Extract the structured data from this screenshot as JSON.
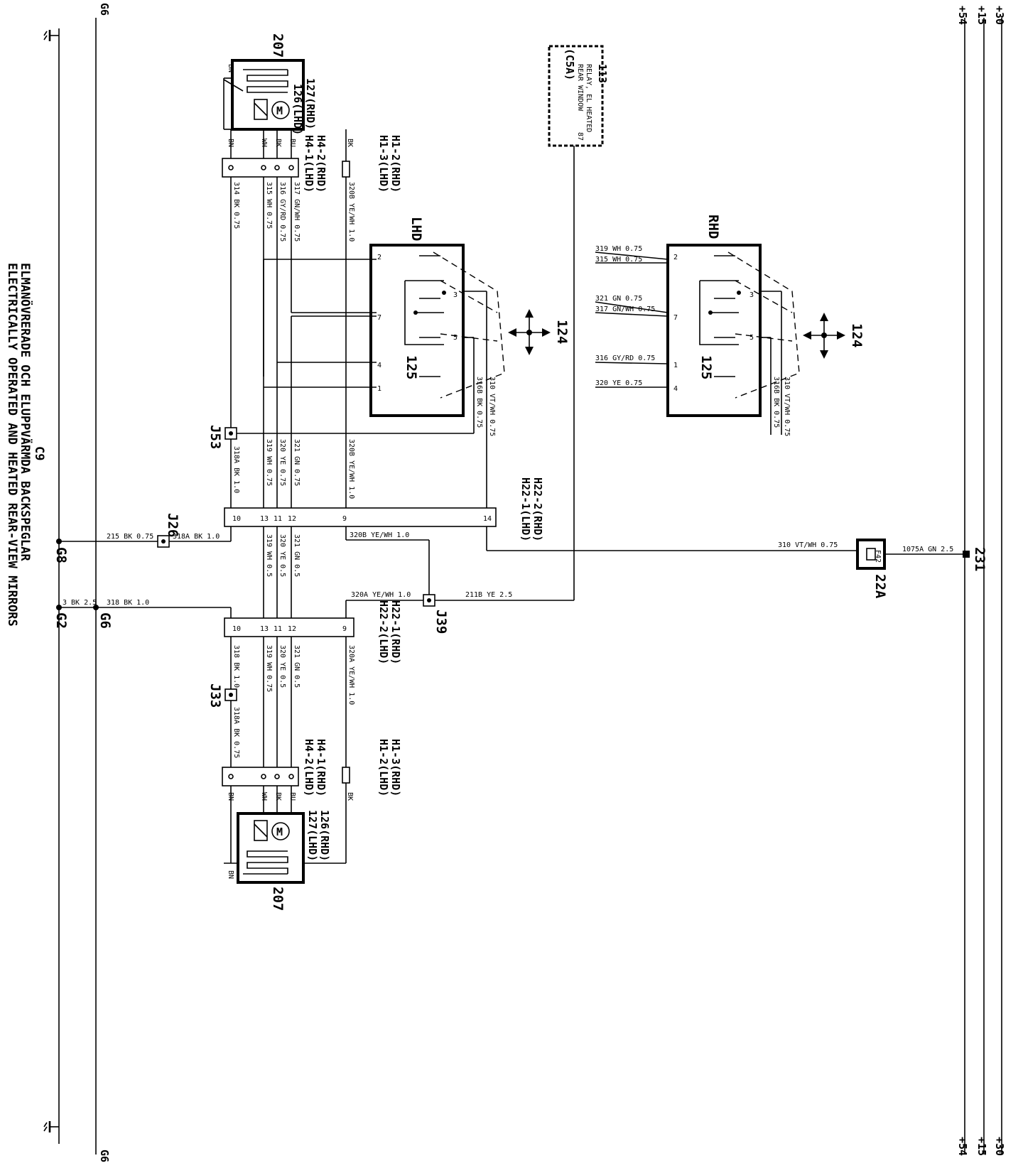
{
  "title": {
    "code": "C9",
    "line1": "ELMANÖVRERADE OCH ELUPPVÄRMDA BACKSPEGLAR",
    "line2": "ELECTRICALLY OPERATED AND HEATED REAR-VIEW MIRRORS"
  },
  "supply_rails": [
    "+30",
    "+15",
    "+54"
  ],
  "ground_rail": "G6",
  "components": {
    "mirror": "207",
    "motor": "M",
    "switch_lhd": "LHD",
    "switch_rhd": "RHD",
    "switch_part": "125",
    "joystick": "124",
    "relay_id": "113",
    "relay_line1": "RELAY, EL HEATED",
    "relay_line2": "REAR WINDOW",
    "relay_ref": "(C5A)",
    "relay_pin": "87",
    "fuse_box": "22A",
    "fuse": "F42",
    "junction_231": "231"
  },
  "connectors": {
    "top_mirror_a": "127(RHD)",
    "top_mirror_b": "126(LHD)",
    "top_h4_a": "H4-2(RHD)",
    "top_h4_b": "H4-1(LHD)",
    "top_h1_a": "H1-2(RHD)",
    "top_h1_b": "H1-3(LHD)",
    "h22_top_a": "H22-2(RHD)",
    "h22_top_b": "H22-1(LHD)",
    "h22_bot_a": "H22-1(RHD)",
    "h22_bot_b": "H22-2(LHD)",
    "bot_h4_a": "H4-1(RHD)",
    "bot_h4_b": "H4-2(LHD)",
    "bot_h1_a": "H1-3(RHD)",
    "bot_h1_b": "H1-2(LHD)",
    "bot_mirror_a": "126(RHD)",
    "bot_mirror_b": "127(LHD)"
  },
  "splices": [
    "J53",
    "J26",
    "J39",
    "J33"
  ],
  "grounds": [
    "G8",
    "G2",
    "G6"
  ],
  "wire_colors": [
    "BN",
    "WH",
    "BK",
    "BU"
  ],
  "wires": {
    "top": [
      "314 BK 0.75",
      "315 WH 0.75",
      "316 GY/RD 0.75",
      "317 GN/WH 0.75",
      "320B YE/WH 1.0"
    ],
    "lhd_side": [
      "310 VT/WH 0.75",
      "316B BK 0.75"
    ],
    "rhd_side": [
      "310 VT/WH 0.75",
      "316B BK 0.75"
    ],
    "rhd_inputs": [
      "319 WH 0.75",
      "315 WH 0.75",
      "321 GN 0.75",
      "317 GN/WH 0.75",
      "316 GY/RD 0.75",
      "320 YE 0.75"
    ],
    "mid_upper": [
      "318A BK 1.0",
      "319 WH 0.75",
      "320 YE 0.75",
      "321 GN 0.75",
      "320B YE/WH 1.0"
    ],
    "mid_lower": [
      "319 WH 0.5",
      "320 YE 0.5",
      "321 GN 0.5"
    ],
    "ground_g8": [
      "215 BK 0.75",
      "318A BK 1.0"
    ],
    "ground_g2": [
      "3 BK 2.5",
      "318 BK 1.0"
    ],
    "heater_feed": [
      "320B YE/WH 1.0",
      "320A YE/WH 1.0",
      "211B YE 2.5"
    ],
    "supply": [
      "310 VT/WH 0.75",
      "1075A GN 2.5"
    ],
    "bottom": [
      "318 BK 1.0",
      "319 WH 0.75",
      "320 YE 0.5",
      "321 GN 0.5",
      "320A YE/WH 1.0",
      "318A BK 0.75"
    ]
  }
}
